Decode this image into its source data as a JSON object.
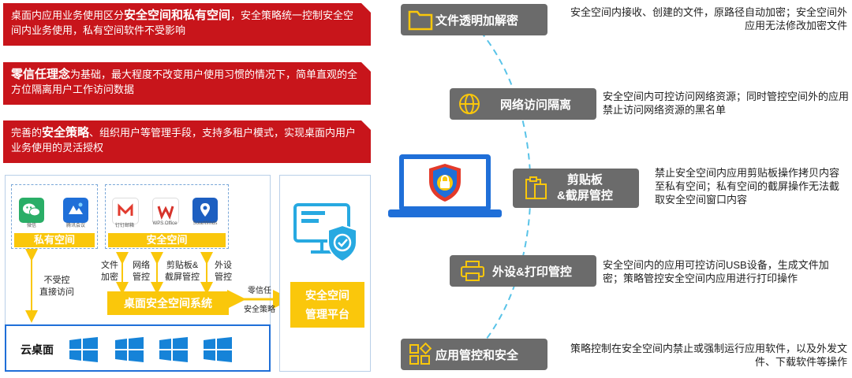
{
  "banners": [
    {
      "pre": "桌面内应用业务使用区分",
      "bold": "安全空间和私有空间",
      "post": "，安全策略统一控制安全空间内业务使用，私有空间软件不受影响"
    },
    {
      "pre": "",
      "bold": "零信任理念",
      "post": "为基础，最大程度不改变用户使用习惯的情况下，简单直观的全方位隔离用户工作访问数据"
    },
    {
      "pre": "完善的",
      "bold": "安全策略",
      "post": "、组织用户等管理手段，支持多租户模式，实现桌面内用户业务使用的灵活授权"
    }
  ],
  "diagram": {
    "private_space": "私有空间",
    "secure_space": "安全空间",
    "apps": [
      {
        "label": "微信",
        "icon": "wechat-icon",
        "color": "#2aae67"
      },
      {
        "label": "腾讯会议",
        "icon": "meeting-icon",
        "color": "#1f6fd8"
      },
      {
        "label": "钉钉邮箱",
        "icon": "mail-icon",
        "color": "#e23b2e"
      },
      {
        "label": "WPS Office",
        "icon": "wps-icon",
        "color": "#d6332b"
      },
      {
        "label": "SolarWinds",
        "icon": "map-icon",
        "color": "#1d5fc1"
      }
    ],
    "no_control": "不受控\n直接访问",
    "controls": [
      {
        "text": "文件\n加密"
      },
      {
        "text": "网络\n管控"
      },
      {
        "text": "剪贴板&\n截屏管控"
      },
      {
        "text": "外设\n管控"
      }
    ],
    "system": "桌面安全空间系统",
    "zero_trust": "零信任",
    "security_policy": "安全策略",
    "platform": "安全空间\n管理平台",
    "cloud_desktop": "云桌面"
  },
  "features": [
    {
      "title": "文件透明加解密",
      "icon": "folder-icon",
      "desc": "安全空间内接收、创建的文件，原路径自动加密；安全空间外应用无法修改加密文件"
    },
    {
      "title": "网络访问隔离",
      "icon": "globe-icon",
      "desc": "安全空间内可控访问网络资源；同时管控空间外的应用禁止访问网络资源的黑名单"
    },
    {
      "title": "剪贴板\n&截屏管控",
      "icon": "clipboard-icon",
      "desc": "禁止安全空间内应用剪贴板操作拷贝内容至私有空间；私有空间的截屏操作无法截取安全空间窗口内容"
    },
    {
      "title": "外设&打印管控",
      "icon": "printer-icon",
      "desc": "安全空间内的应用可控访问USB设备，生成文件加密；策略管控安全空间内应用进行打印操作"
    },
    {
      "title": "应用管控和安全",
      "icon": "apps-icon",
      "desc": "策略控制在安全空间内禁止或强制运行应用软件，以及外发文件、下载软件等操作"
    }
  ],
  "colors": {
    "red": "#c8151b",
    "yellow": "#fac70b",
    "grey": "#6b6b6b",
    "blue": "#1f6fd8",
    "cyan": "#27a9e1"
  }
}
